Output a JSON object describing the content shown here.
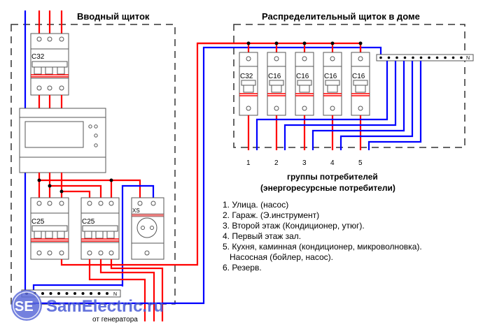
{
  "input_panel": {
    "title": "Вводный щиток",
    "main_breaker": "C32",
    "group_breakers": [
      "C25",
      "C25"
    ],
    "socket_label": "XS",
    "neutral_bus_label": "N",
    "from_generator": "от генератора"
  },
  "distribution_panel": {
    "title": "Распределительный щиток в доме",
    "breakers": [
      "C32",
      "C16",
      "C16",
      "C16",
      "C16"
    ],
    "neutral_bus_label": "N",
    "outputs": [
      "1",
      "2",
      "3",
      "4",
      "5"
    ]
  },
  "consumers": {
    "heading": "группы потребителей",
    "subheading": "(энергоресурсные потребители)",
    "items": [
      "1. Улица. (насос)",
      "2. Гараж. (Э.инструмент)",
      "3. Второй этаж (Кондиционер, утюг).",
      "4. Первый этаж зал.",
      "5. Кухня, каминная (кондиционер, микроволновка).",
      "   Насосная (бойлер, насос).",
      "6. Резерв."
    ]
  },
  "watermark": {
    "logo": "SE",
    "text": "SamElectric.ru"
  },
  "colors": {
    "phase": "#ff0000",
    "neutral": "#0000ff",
    "outline": "#555555",
    "watermark": "#4a5bd6"
  }
}
